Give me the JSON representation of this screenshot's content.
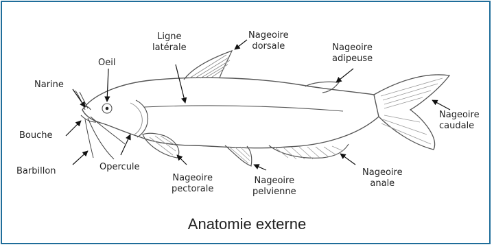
{
  "diagram": {
    "caption": "Anatomie externe",
    "labels": {
      "ligne_laterale": "Ligne\nlatérale",
      "nageoire_dorsale": "Nageoire\ndorsale",
      "nageoire_adipeuse": "Nageoire\nadipeuse",
      "oeil": "Oeil",
      "narine": "Narine",
      "bouche": "Bouche",
      "barbillon": "Barbillon",
      "opercule": "Opercule",
      "nageoire_pectorale": "Nageoire\npectorale",
      "nageoire_pelvienne": "Nageoire\npelvienne",
      "nageoire_anale": "Nageoire\nanale",
      "nageoire_caudale": "Nageoire\ncaudale"
    },
    "colors": {
      "frame": "#1f6d9a",
      "ink": "#333333"
    }
  }
}
